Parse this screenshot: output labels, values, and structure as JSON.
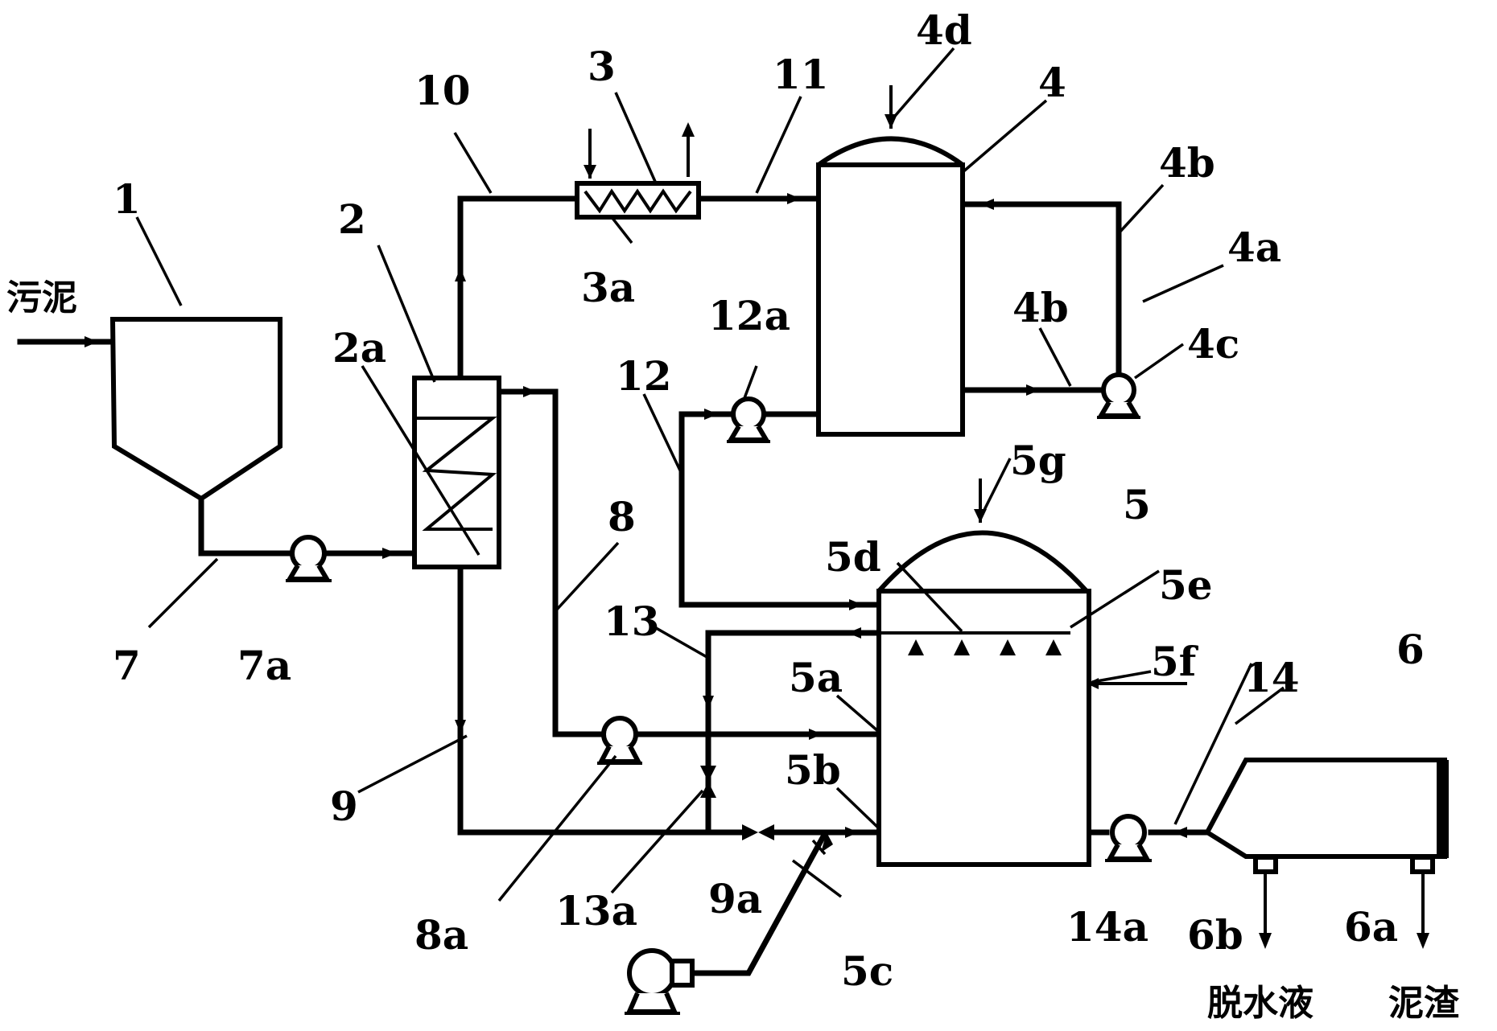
{
  "labels": {
    "n1": "1",
    "n2": "2",
    "n2a": "2a",
    "n3": "3",
    "n3a": "3a",
    "n4": "4",
    "n4a": "4a",
    "n4b_top": "4b",
    "n4b_bot": "4b",
    "n4c": "4c",
    "n4d": "4d",
    "n5": "5",
    "n5a": "5a",
    "n5b": "5b",
    "n5c": "5c",
    "n5d": "5d",
    "n5e": "5e",
    "n5f": "5f",
    "n5g": "5g",
    "n6": "6",
    "n6a": "6a",
    "n6b": "6b",
    "n7": "7",
    "n7a": "7a",
    "n8": "8",
    "n8a": "8a",
    "n9": "9",
    "n9a": "9a",
    "n10": "10",
    "n11": "11",
    "n12": "12",
    "n12a": "12a",
    "n13": "13",
    "n13a": "13a",
    "n14": "14",
    "n14a": "14a"
  },
  "streams": {
    "sludge_in": "污泥",
    "dewatered_liquid": "脱水液",
    "sludge_residue": "泥渣"
  }
}
